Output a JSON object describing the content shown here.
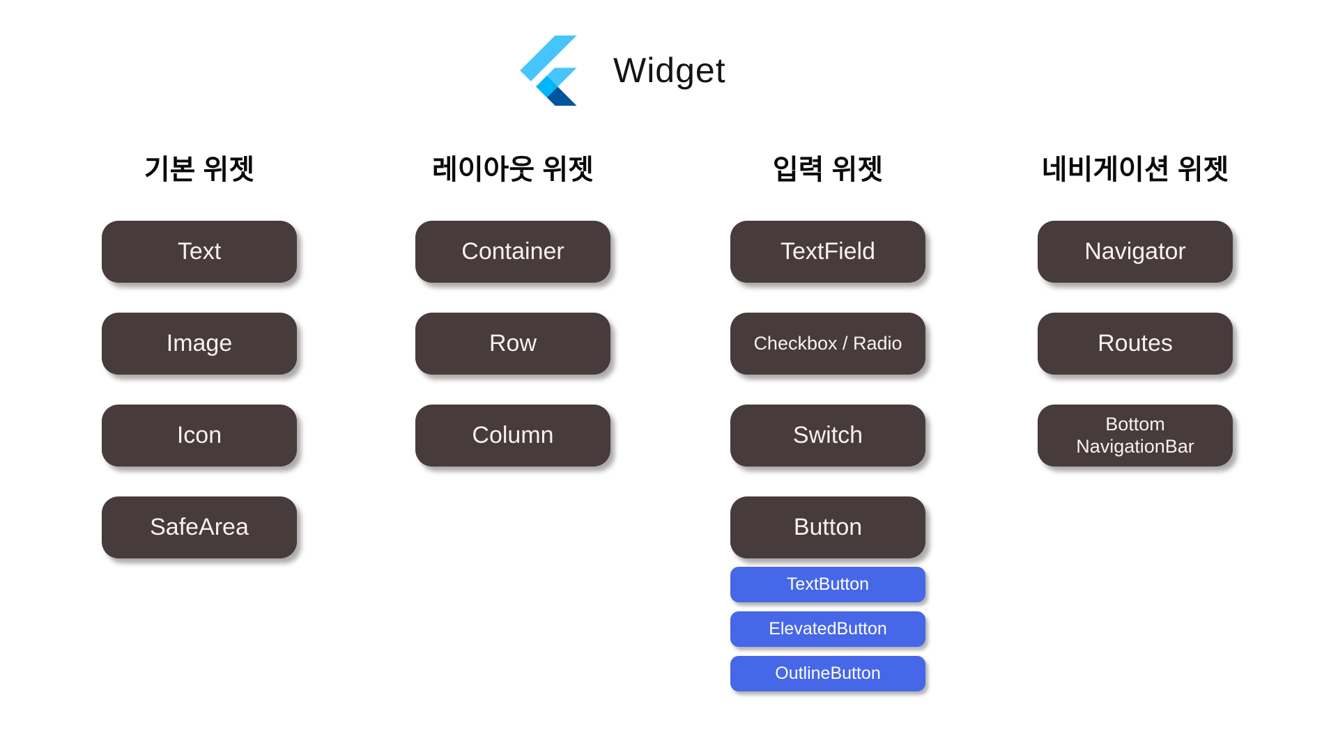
{
  "brand": {
    "title": "Widget",
    "logo": "flutter-logo"
  },
  "colors": {
    "widget_box": "#473B3B",
    "widget_box_text": "#F6F1EF",
    "sub_button": "#4567E8",
    "sub_button_text": "#FFFFFF",
    "title_text": "#141414",
    "logo_light_blue": "#47C5FB",
    "logo_mid_blue": "#00B5F8",
    "logo_dark_blue": "#00569E",
    "background": "#FFFFFF"
  },
  "columns": [
    {
      "title": "기본 위젯",
      "buttons": [
        "Text",
        "Image",
        "Icon",
        "SafeArea"
      ]
    },
    {
      "title": "레이아웃 위젯",
      "buttons": [
        "Container",
        "Row",
        "Column"
      ]
    },
    {
      "title": "입력 위젯",
      "buttons": [
        "TextField",
        "Checkbox / Radio",
        "Switch",
        "Button"
      ],
      "sub_buttons": [
        "TextButton",
        "ElevatedButton",
        "OutlineButton"
      ]
    },
    {
      "title": "네비게이션 위젯",
      "buttons": [
        "Navigator",
        "Routes",
        "Bottom NavigationBar"
      ]
    }
  ]
}
